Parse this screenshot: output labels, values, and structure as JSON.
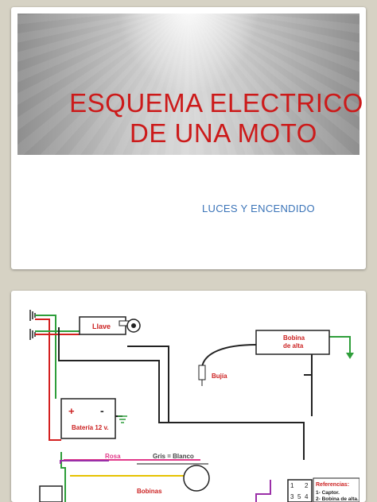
{
  "slide1": {
    "title_line1": "ESQUEMA ELECTRICO",
    "title_line2": "DE UNA MOTO",
    "subtitle": "LUCES Y ENCENDIDO"
  },
  "slide2": {
    "labels": {
      "llave": "Llave",
      "bobina_line1": "Bobina",
      "bobina_line2": "de alta",
      "bujia": "Bujía",
      "bateria": "Batería 12 v.",
      "rosa": "Rosa",
      "gris_blanco": "Gris = Blanco",
      "bobinas": "Bobinas",
      "referencias": "Referencias:",
      "ref1": "1- Captor.",
      "ref2": "2- Bobina de alta."
    },
    "cdi_pins": [
      "1",
      "2",
      "3",
      "5",
      "4"
    ],
    "battery_plus": "+",
    "battery_minus": "-"
  },
  "colors": {
    "title_red": "#cc1a1a",
    "subtitle_blue": "#3b74b8",
    "label_red": "#cc2222",
    "wire_green": "#2e9e3a",
    "wire_red": "#d42020",
    "wire_purple": "#9b2fa8",
    "wire_yellow": "#e6c200",
    "wire_pink": "#e23a8a"
  }
}
